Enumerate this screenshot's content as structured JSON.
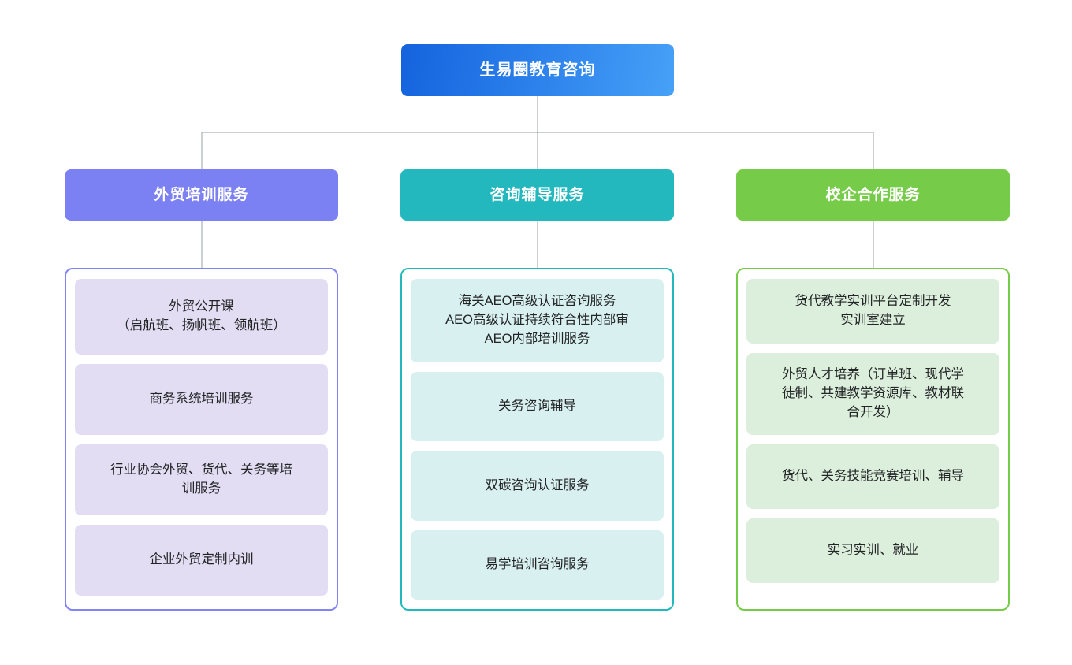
{
  "diagram": {
    "type": "organization-tree",
    "orientation": "top-down",
    "levels": 3,
    "root": {
      "label": "生易圈教育咨询",
      "color_start": "#1463de",
      "color_end": "#46a1f7"
    },
    "connector_color": "#9aa0a6",
    "branches": [
      {
        "id": "branch-training",
        "header": "外贸培训服务",
        "header_color": "#7b80f2",
        "border_color": "#8084f5",
        "card_color": "#e2ddf2",
        "items": [
          {
            "lines": [
              "外贸公开课",
              "（启航班、扬帆班、领航班）"
            ]
          },
          {
            "lines": [
              "商务系统培训服务"
            ]
          },
          {
            "lines": [
              "行业协会外贸、货代、关务等培",
              "训服务"
            ]
          },
          {
            "lines": [
              "企业外贸定制内训"
            ]
          }
        ]
      },
      {
        "id": "branch-consulting",
        "header": "咨询辅导服务",
        "header_color": "#22b8bd",
        "border_color": "#22b8bd",
        "card_color": "#d9f0f0",
        "items": [
          {
            "lines": [
              "海关AEO高级认证咨询服务",
              "AEO高级认证持续符合性内部审",
              "AEO内部培训服务"
            ]
          },
          {
            "lines": [
              "关务咨询辅导"
            ]
          },
          {
            "lines": [
              "双碳咨询认证服务"
            ]
          },
          {
            "lines": [
              "易学培训咨询服务"
            ]
          }
        ]
      },
      {
        "id": "branch-school-enterprise",
        "header": "校企合作服务",
        "header_color": "#76cc48",
        "border_color": "#76cc48",
        "card_color": "#dcefdc",
        "items": [
          {
            "lines": [
              "货代教学实训平台定制开发",
              "实训室建立"
            ]
          },
          {
            "lines": [
              "外贸人才培养（订单班、现代学",
              "徒制、共建教学资源库、教材联",
              "合开发）"
            ]
          },
          {
            "lines": [
              "货代、关务技能竞赛培训、辅导"
            ]
          },
          {
            "lines": [
              "实习实训、就业"
            ]
          }
        ]
      }
    ]
  }
}
